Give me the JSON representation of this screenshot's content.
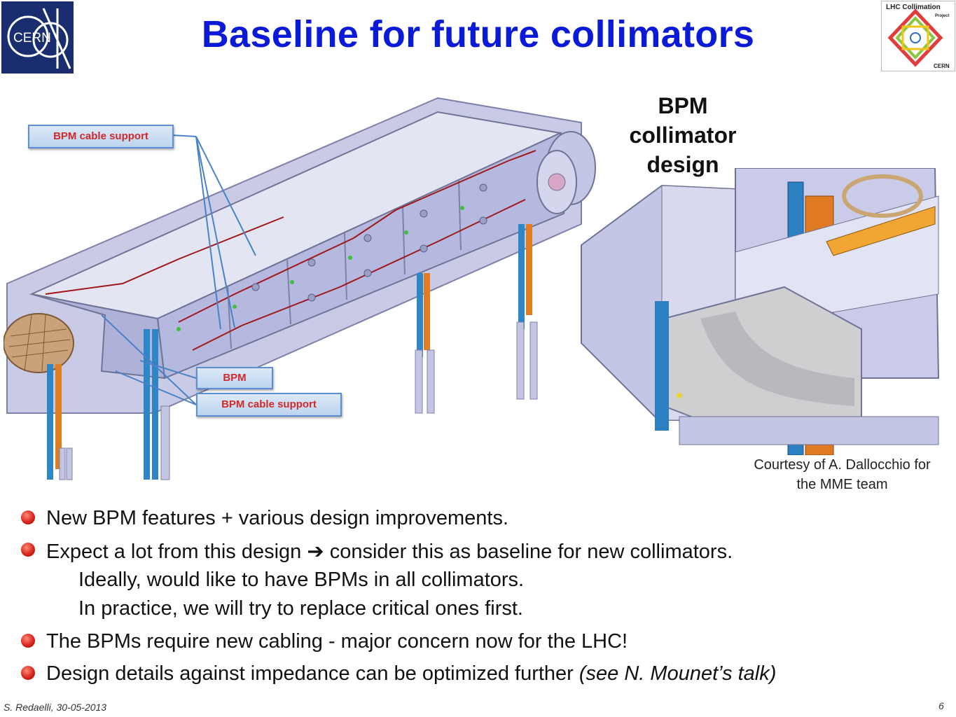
{
  "slide": {
    "title": "Baseline for future collimators",
    "cern_logo_text": "CERN",
    "lhc_logo_text": "LHC Collimation",
    "lhc_logo_sub1": "Project",
    "lhc_logo_sub2": "CERN"
  },
  "figure": {
    "callouts": [
      "BPM cable support",
      "BPM",
      "BPM cable support"
    ],
    "heading_lines": [
      "BPM",
      "collimator",
      "design"
    ],
    "courtesy_lines": [
      "Courtesy of A. Dallocchio for",
      "the MME team"
    ]
  },
  "bullets": [
    {
      "text": "New BPM features + various design improvements."
    },
    {
      "text": "Expect a lot from this design ➔ consider this as baseline for new collimators.",
      "sub": [
        "Ideally, would like to have BPMs in all collimators.",
        "In practice, we will try to replace critical ones first."
      ]
    },
    {
      "text": "The BPMs require new cabling - major concern now for the LHC!"
    },
    {
      "text": "Design details against impedance can be optimized further ",
      "italic": "(see N. Mounet’s talk)"
    }
  ],
  "footer": {
    "author": "S. Redaelli, 30-05-2013",
    "page": "6"
  },
  "colors": {
    "title": "#0a1ad6",
    "callout_text": "#d12a2a",
    "bullet_dot": "#d9261c",
    "cern_bg": "#1a2d6e"
  }
}
